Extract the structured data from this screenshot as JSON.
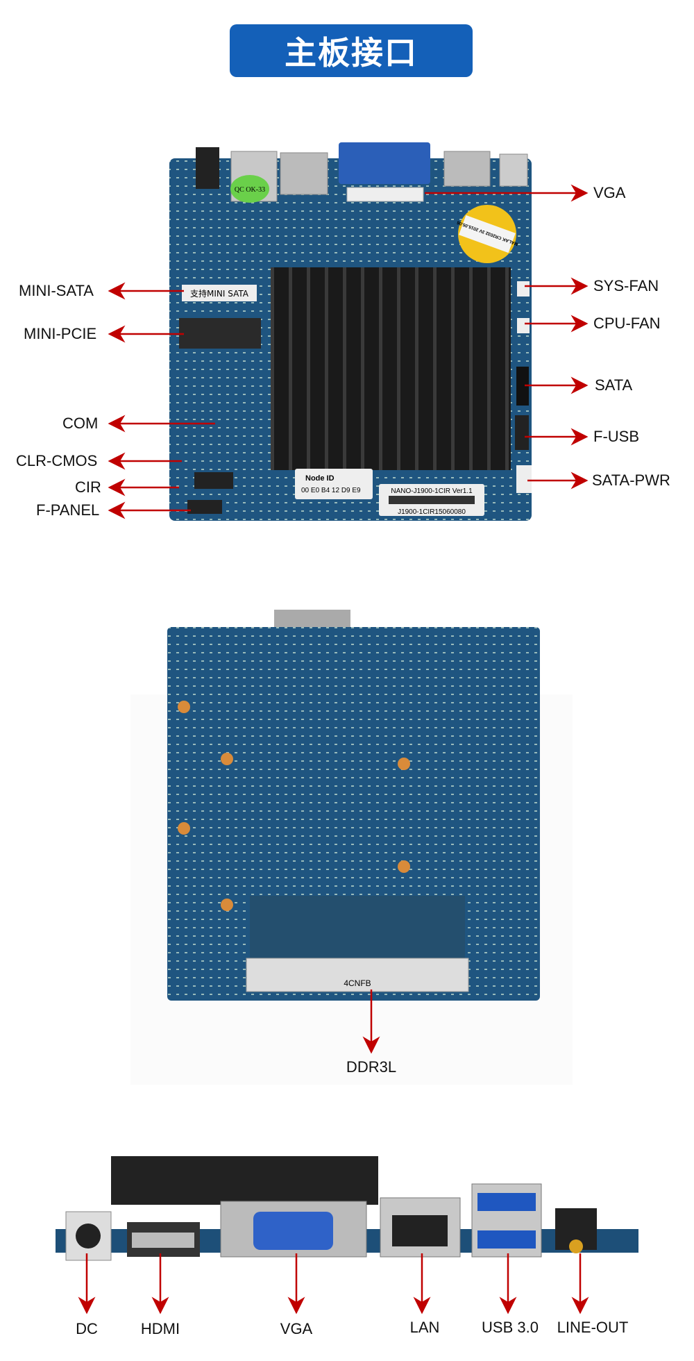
{
  "title": "主板接口",
  "top_view": {
    "left_labels": [
      "MINI-SATA",
      "MINI-PCIE",
      "COM",
      "CLR-CMOS",
      "CIR",
      "F-PANEL"
    ],
    "right_labels": [
      "VGA",
      "SYS-FAN",
      "CPU-FAN",
      "SATA",
      "F-USB",
      "SATA-PWR"
    ],
    "board_text": {
      "qc_sticker": "QC OK-33",
      "mini_sata_label": "支持MINI SATA",
      "battery": "MALAK CR2032 3V 2015.05.06",
      "node_id_title": "Node ID",
      "node_id": "00 E0 B4 12 D9 E9",
      "model": "NANO-J1900-1CIR Ver1.1",
      "serial": "J1900-1CIR15060080"
    }
  },
  "bottom_view": {
    "label": "DDR3L",
    "slot_text": "4CNFB"
  },
  "io_view": {
    "labels": [
      "DC",
      "HDMI",
      "VGA",
      "LAN",
      "USB 3.0",
      "LINE-OUT"
    ]
  },
  "colors": {
    "banner": "#1460b8",
    "arrow": "#c00000",
    "pcb": "#1d4f78"
  }
}
